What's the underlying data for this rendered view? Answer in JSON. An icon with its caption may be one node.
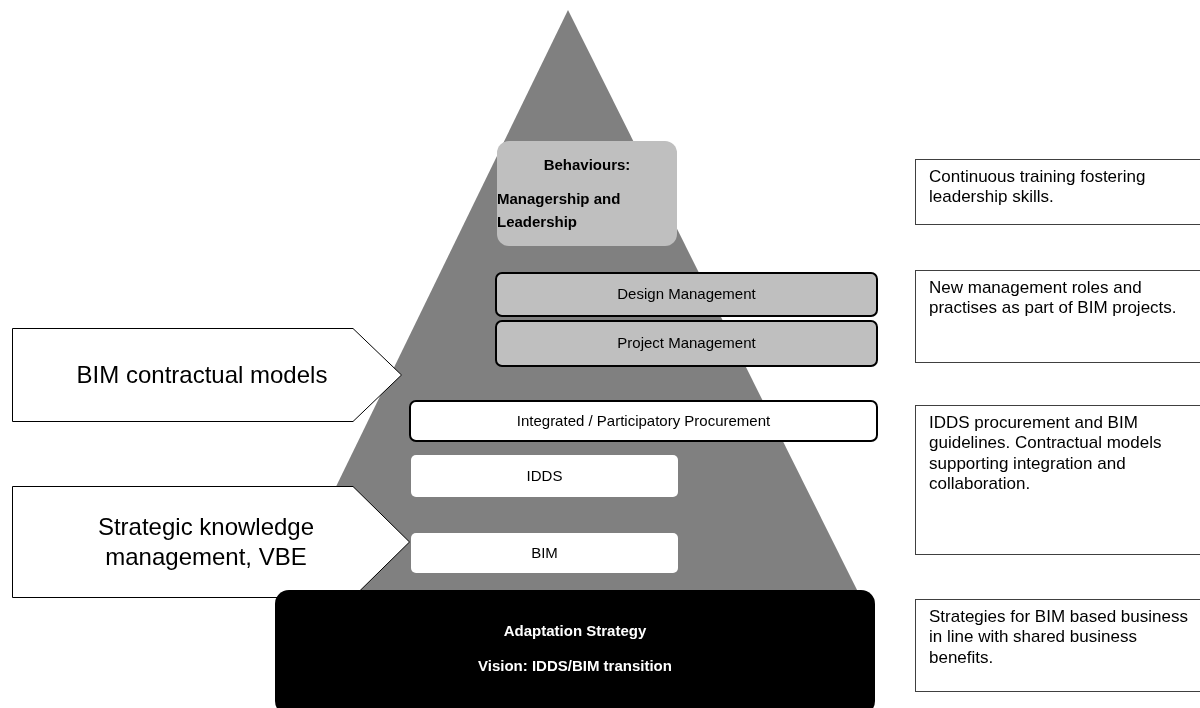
{
  "diagram": {
    "nodes": [
      {
        "text": [
          "Behaviours:",
          "Managership and Leadership"
        ]
      },
      {
        "text": [
          "Continuous training fostering leadership skills."
        ]
      },
      {
        "text": [
          "Design Management"
        ]
      },
      {
        "text": [
          "Project Management"
        ]
      },
      {
        "text": [
          "New management roles and practises as part of BIM projects."
        ]
      },
      {
        "text": [
          "BIM contractual models"
        ]
      },
      {
        "text": [
          "Integrated / Participatory Procurement"
        ]
      },
      {
        "text": [
          "IDDS procurement and BIM guidelines. Contractual models supporting integration and collaboration."
        ]
      },
      {
        "text": [
          "IDDS"
        ]
      },
      {
        "text": [
          "Strategic knowledge management, VBE"
        ]
      },
      {
        "text": [
          "BIM"
        ]
      },
      {
        "text": [
          "Adaptation Strategy",
          "Vision: IDDS/BIM transition"
        ]
      },
      {
        "text": [
          "Strategies for BIM based business in line with shared business benefits."
        ]
      }
    ]
  }
}
